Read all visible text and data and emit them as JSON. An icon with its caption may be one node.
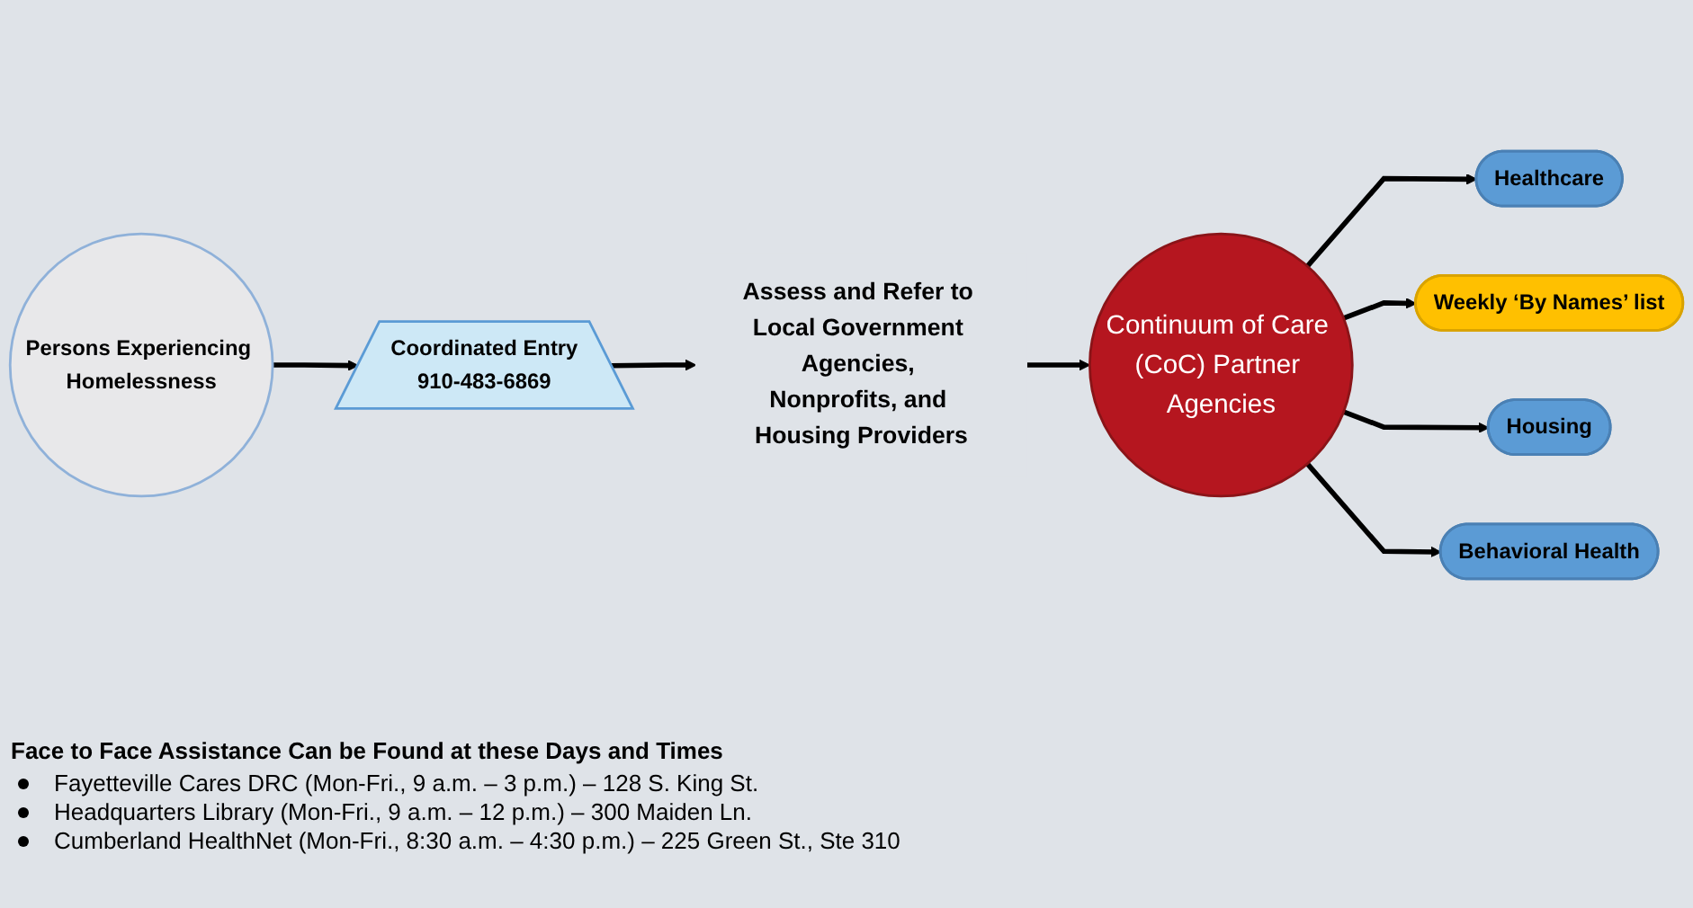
{
  "diagram": {
    "nodes": [
      {
        "text": [
          "Persons Experiencing Homelessness"
        ]
      },
      {
        "text": [
          "Coordinated Entry",
          "910-483-6869"
        ]
      },
      {
        "text": [
          "Assess and Refer to Local Government Agencies, Nonprofits, and Housing Providers"
        ]
      },
      {
        "text": [
          "Continuum of Care (CoC) Partner Agencies"
        ]
      },
      {
        "text": [
          "Healthcare"
        ]
      },
      {
        "text": [
          "Weekly ‘By Names’ list"
        ]
      },
      {
        "text": [
          "Housing"
        ]
      },
      {
        "text": [
          "Behavioral Health"
        ]
      }
    ],
    "edges": [
      {
        "from": 0,
        "to": 1,
        "arrow": "to"
      },
      {
        "from": 1,
        "to": 2,
        "arrow": "to"
      },
      {
        "from": 2,
        "to": 3,
        "arrow": "to"
      },
      {
        "from": 3,
        "to": 4,
        "arrow": "to"
      },
      {
        "from": 3,
        "to": 5,
        "arrow": "to"
      },
      {
        "from": 3,
        "to": 6,
        "arrow": "to"
      },
      {
        "from": 3,
        "to": 7,
        "arrow": "to"
      }
    ],
    "labels": [
      "Face to Face Assistance Can be Found at these Days and Times",
      "Fayetteville Cares DRC (Mon-Fri., 9 a.m. – 3 p.m.) – 128 S. King St.",
      "Headquarters Library (Mon-Fri., 9 a.m. – 12 p.m.) – 300 Maiden Ln.",
      "Cumberland HealthNet (Mon-Fri., 8:30 a.m. – 4:30 p.m.) – 225 Green St., Ste 310"
    ]
  }
}
